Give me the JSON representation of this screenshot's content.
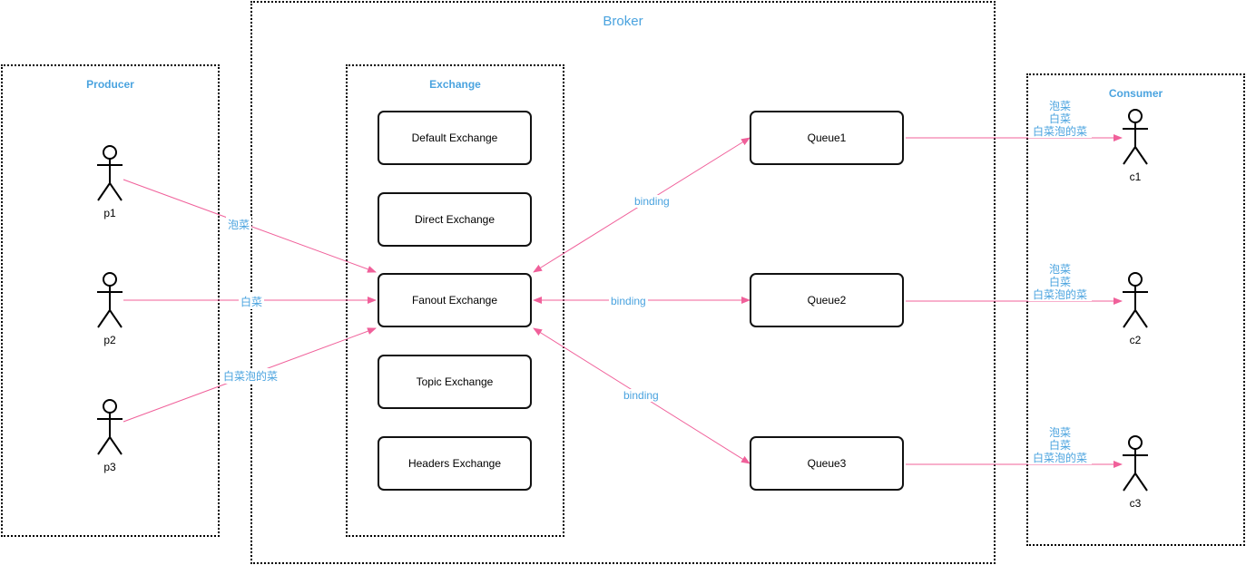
{
  "groups": {
    "broker": "Broker",
    "producer": "Producer",
    "exchange": "Exchange",
    "consumer": "Consumer"
  },
  "exchanges": [
    "Default Exchange",
    "Direct Exchange",
    "Fanout Exchange",
    "Topic Exchange",
    "Headers Exchange"
  ],
  "queues": [
    "Queue1",
    "Queue2",
    "Queue3"
  ],
  "producers": [
    "p1",
    "p2",
    "p3"
  ],
  "consumers": [
    "c1",
    "c2",
    "c3"
  ],
  "messages": {
    "p1": "泡菜",
    "p2": "白菜",
    "p3": "白菜泡的菜"
  },
  "bindings": [
    "binding",
    "binding",
    "binding"
  ],
  "delivered": [
    [
      "泡菜",
      "白菜",
      "白菜泡的菜"
    ],
    [
      "泡菜",
      "白菜",
      "白菜泡的菜"
    ],
    [
      "泡菜",
      "白菜",
      "白菜泡的菜"
    ]
  ],
  "colors": {
    "accent_text": "#4aa3df",
    "edge": "#f0609a",
    "border": "#000000"
  }
}
